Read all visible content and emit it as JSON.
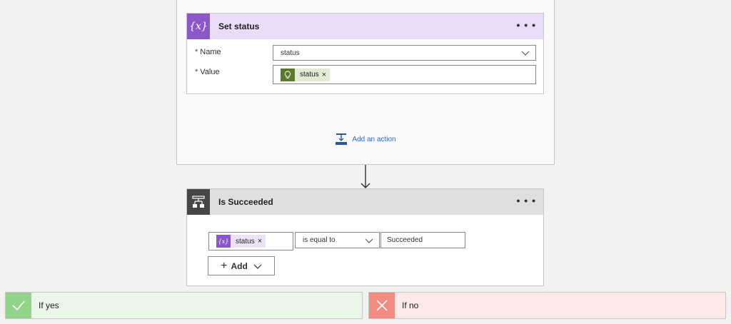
{
  "set_status": {
    "title": "Set status",
    "accent": "#8c57c7",
    "header_bg": "#e8dcf6",
    "icon": "variable-icon",
    "name_label": "Name",
    "name_value": "status",
    "value_label": "Value",
    "value_token": "status",
    "value_token_icon": "lightbulb-icon",
    "value_token_color": "#5c7a2e"
  },
  "scope": {
    "add_action_label": "Add an action",
    "add_action_icon": "add-action-icon"
  },
  "condition": {
    "title": "Is Succeeded",
    "icon": "condition-icon",
    "icon_bg": "#484644",
    "header_bg": "#e1dfdd",
    "left_token": "status",
    "left_token_icon": "variable-icon",
    "operator": "is equal to",
    "right_value": "Succeeded",
    "add_label": "Add"
  },
  "branches": {
    "yes_label": "If yes",
    "yes_icon": "check-icon",
    "yes_color": "#92d38a",
    "no_label": "If no",
    "no_icon": "cross-icon",
    "no_color": "#f28b82"
  }
}
